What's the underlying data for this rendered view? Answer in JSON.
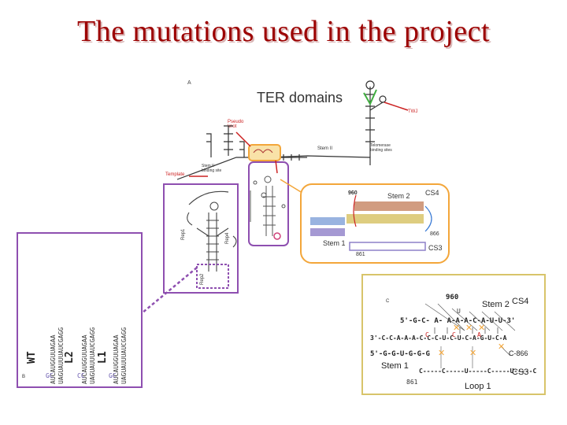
{
  "title": "The mutations used in the project",
  "panel_a": {
    "letter": "A",
    "ter_domains": "TER domains",
    "tw_label": "TWJ",
    "pseudoknot_label": "Pseudo knot",
    "template_label": "Template",
    "stem_ii_label": "Stem II",
    "stem_ii_binding_label": "Stem II binding site",
    "telomerase_binding_label": "Telomerase binding sites"
  },
  "panel_b": {
    "letter": "B",
    "columns": [
      {
        "name": "WT",
        "seq1": "AUCAUGGUUAGAA",
        "seq2": "UAGUAUUUAUCGAGG"
      },
      {
        "name": "L2",
        "seq1": "AUCAUGGUUAGAA",
        "seq2": "UAGUAUUUAUCGAGG"
      },
      {
        "name": "L1",
        "seq1": "AUCAUGGUUAGAA",
        "seq2": "UAGUAUUUAUCGAGG"
      }
    ]
  },
  "panel_zoom": {
    "n960": "960",
    "stem2": "Stem 2",
    "cs4": "CS4",
    "stem1": "Stem 1",
    "n866": "866",
    "cs3": "CS3",
    "n861": "861"
  },
  "panel_c": {
    "letter": "C",
    "n960": "960",
    "u": "U",
    "stem2": "Stem 2",
    "cs4": "CS4",
    "stem1": "Stem 1",
    "n866": "C-866",
    "cs3": "CS3",
    "n861": "861",
    "loop1": "Loop 1",
    "row1": "5'-G-C-  A- A-A-A-C-A-U-U-3'",
    "row2": "3'-C-C-A-A-A-C-C-C-U-C-U-C-A-G-U-C-A",
    "row3": "5'-G-G-U-G-G-G",
    "row4": "C-----C-----U-----C-----U-----C"
  },
  "colors": {
    "title": "#9c0000",
    "purple": "#8e4fb0",
    "orange": "#f3a63a",
    "red": "#cc1c1c",
    "gold": "#d8c46a"
  }
}
